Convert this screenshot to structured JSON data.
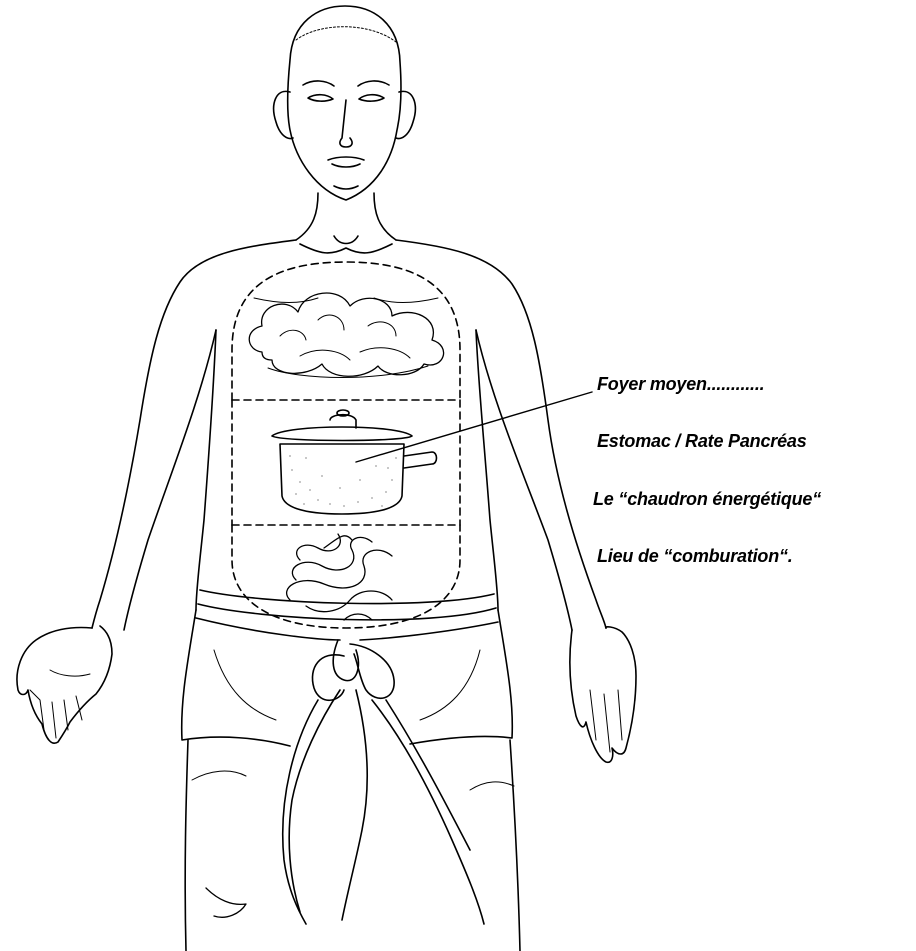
{
  "annotations": {
    "line1": "Foyer moyen............",
    "line2": "Estomac / Rate Pancréas",
    "line3": "Le “chaudron énergétique“",
    "line4": "Lieu de “comburation“."
  },
  "colors": {
    "ink": "#000000",
    "paper": "#ffffff",
    "stipple": "#555555"
  },
  "icons": [
    "human-figure-drawing",
    "cloud-icon",
    "cooking-pot-icon",
    "steam-icon",
    "rope-belt-icon"
  ]
}
